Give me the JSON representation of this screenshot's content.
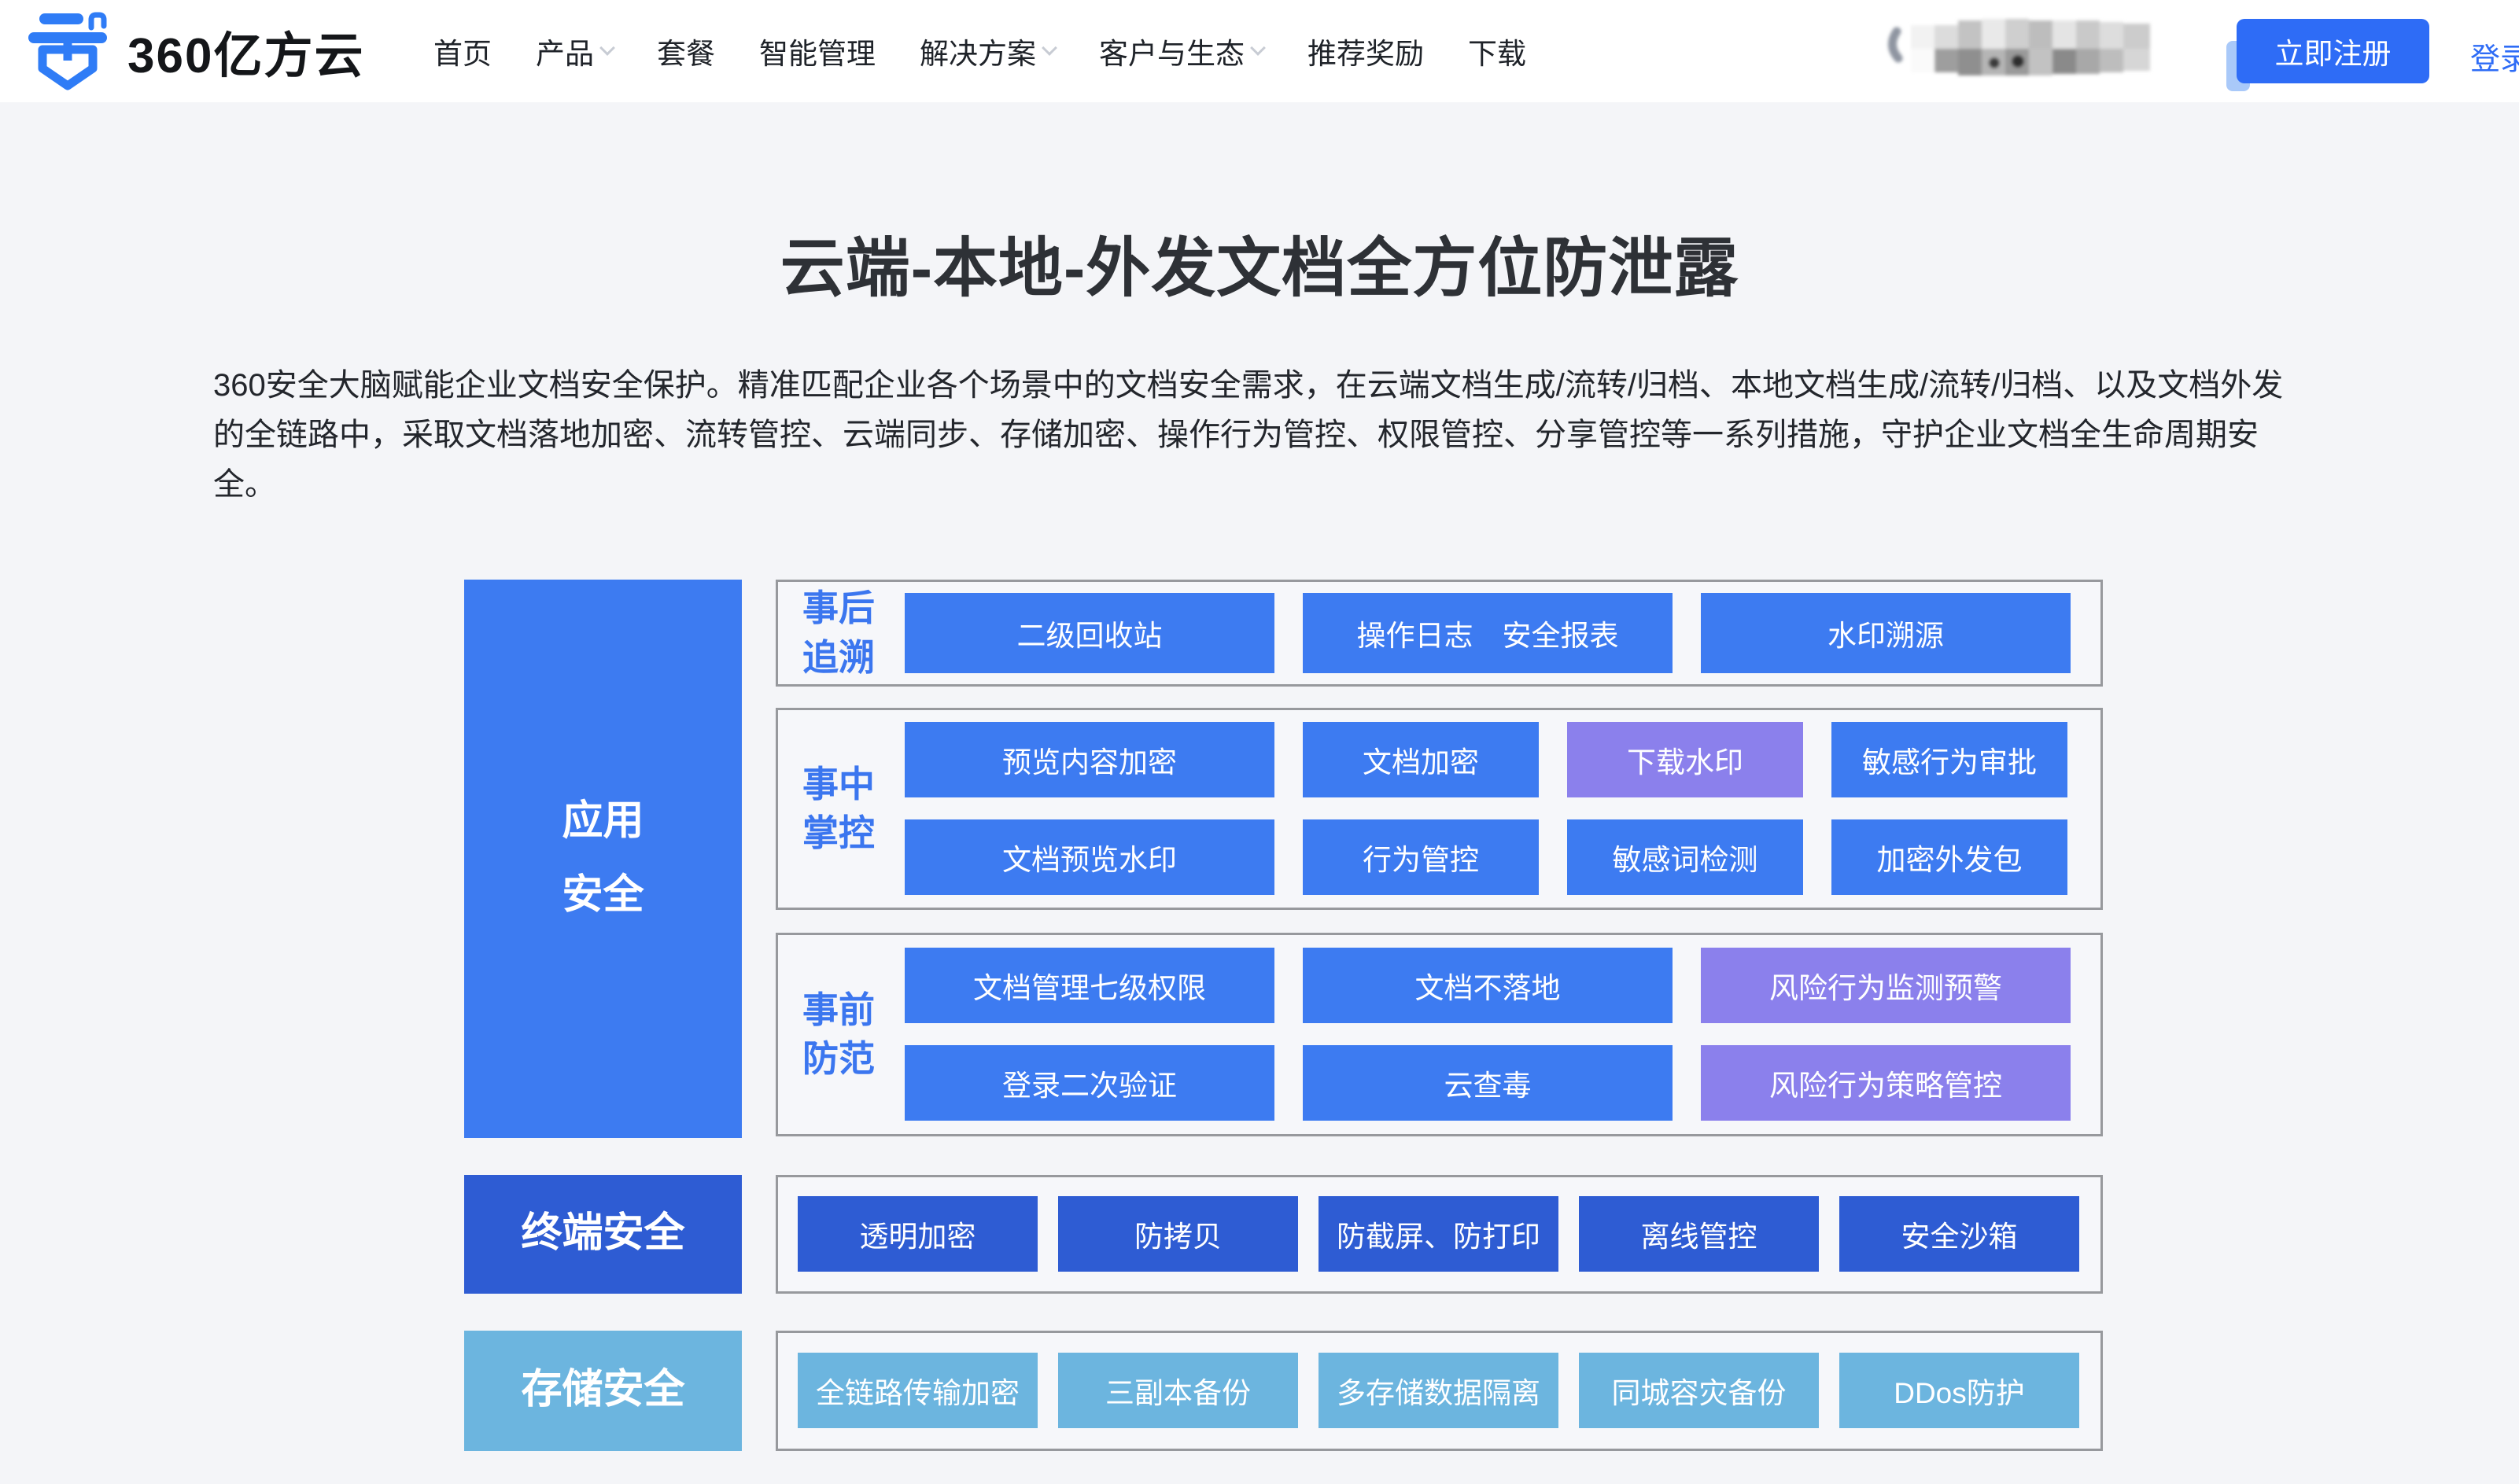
{
  "header": {
    "brand": "360亿方云",
    "nav": [
      {
        "label": "首页",
        "dropdown": false
      },
      {
        "label": "产品",
        "dropdown": true
      },
      {
        "label": "套餐",
        "dropdown": false
      },
      {
        "label": "智能管理",
        "dropdown": false
      },
      {
        "label": "解决方案",
        "dropdown": true
      },
      {
        "label": "客户与生态",
        "dropdown": true
      },
      {
        "label": "推荐奖励",
        "dropdown": false
      },
      {
        "label": "下载",
        "dropdown": false
      }
    ],
    "register_label": "立即注册",
    "login_label": "登录"
  },
  "hero": {
    "title": "云端-本地-外发文档全方位防泄露",
    "description": "360安全大脑赋能企业文档安全保护。精准匹配企业各个场景中的文档安全需求，在云端文档生成/流转/归档、本地文档生成/流转/归档、以及文档外发的全链路中，采取文档落地加密、流转管控、云端同步、存储加密、操作行为管控、权限管控、分享管控等一系列措施，守护企业文档全生命周期安全。"
  },
  "diagram": {
    "left_blocks": [
      {
        "label": "应用\n安全"
      },
      {
        "label": "终端安全"
      },
      {
        "label": "存储安全"
      }
    ],
    "phases": [
      {
        "label": "事后\n追溯",
        "rows": [
          [
            "二级回收站",
            "操作日志　安全报表",
            "水印溯源"
          ]
        ]
      },
      {
        "label": "事中\n掌控",
        "rows": [
          [
            "预览内容加密",
            "文档加密",
            "下载水印",
            "敏感行为审批"
          ],
          [
            "文档预览水印",
            "行为管控",
            "敏感词检测",
            "加密外发包"
          ]
        ]
      },
      {
        "label": "事前\n防范",
        "rows": [
          [
            "文档管理七级权限",
            "文档不落地",
            "风险行为监测预警"
          ],
          [
            "登录二次验证",
            "云查毒",
            "风险行为策略管控"
          ]
        ]
      },
      {
        "label": "",
        "rows": [
          [
            "透明加密",
            "防拷贝",
            "防截屏、防打印",
            "离线管控",
            "安全沙箱"
          ]
        ]
      },
      {
        "label": "",
        "rows": [
          [
            "全链路传输加密",
            "三副本备份",
            "多存储数据隔离",
            "同城容灾备份",
            "DDos防护"
          ]
        ]
      }
    ],
    "colors": {
      "primary_blue": "#3D7BF1",
      "purple": "#8B80EC",
      "dark_blue": "#2E5CD3",
      "light_blue": "#6CB5DF",
      "phase_label_blue": "#3B76EF",
      "register_blue": "#2E6CF6"
    }
  }
}
